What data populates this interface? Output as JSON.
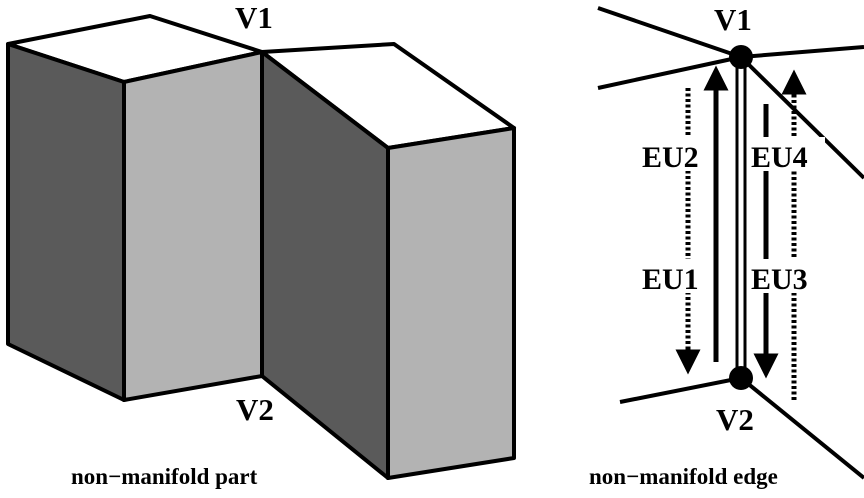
{
  "left_figure": {
    "caption": "non−manifold part",
    "vertex_labels": {
      "v1": "V1",
      "v2": "V2"
    },
    "colors": {
      "top_face": "#ffffff",
      "dark_face": "#5a5a5a",
      "light_face": "#b3b3b3",
      "edge": "#000000"
    }
  },
  "right_figure": {
    "caption": "non−manifold edge",
    "vertex_labels": {
      "v1": "V1",
      "v2": "V2"
    },
    "edge_uses": [
      {
        "label": "EU1",
        "direction": "down",
        "style": "dashed"
      },
      {
        "label": "EU2",
        "direction": "up",
        "style": "solid"
      },
      {
        "label": "EU3",
        "direction": "down",
        "style": "solid"
      },
      {
        "label": "EU4",
        "direction": "up",
        "style": "dashed"
      }
    ]
  }
}
